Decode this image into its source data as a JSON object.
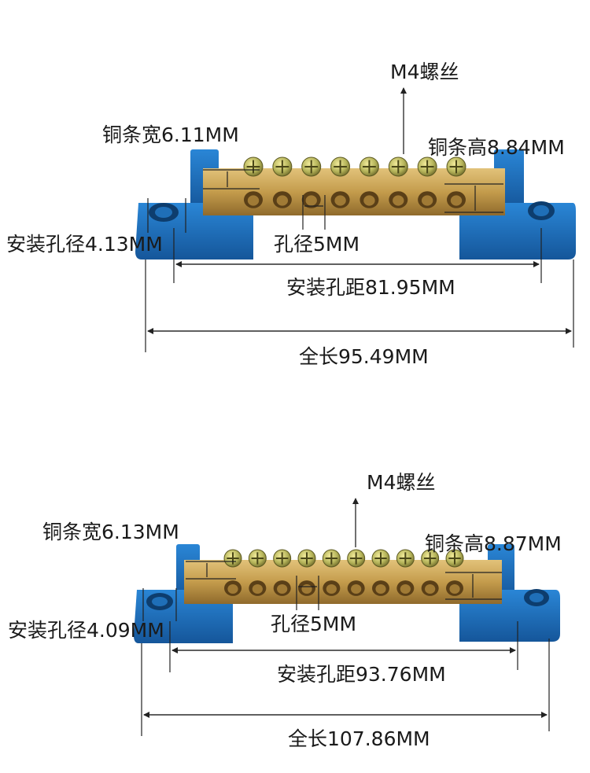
{
  "products": [
    {
      "screw_label": "M4螺丝",
      "bar_width_label": "铜条宽6.11MM",
      "bar_height_label": "铜条高8.84MM",
      "mount_hole_dia_label": "安装孔径4.13MM",
      "hole_dia_label": "孔径5MM",
      "mount_spacing_label": "安装孔距81.95MM",
      "total_length_label": "全长95.49MM",
      "terminal_count": 8,
      "colors": {
        "base": "#1f6fb8",
        "base_dark": "#134f87",
        "brass": "#c9a75a",
        "brass_dark": "#8a6a2a"
      }
    },
    {
      "screw_label": "M4螺丝",
      "bar_width_label": "铜条宽6.13MM",
      "bar_height_label": "铜条高8.87MM",
      "mount_hole_dia_label": "安装孔径4.09MM",
      "hole_dia_label": "孔径5MM",
      "mount_spacing_label": "安装孔距93.76MM",
      "total_length_label": "全长107.86MM",
      "terminal_count": 10,
      "colors": {
        "base": "#1f6fb8",
        "base_dark": "#134f87",
        "brass": "#c9a75a",
        "brass_dark": "#8a6a2a"
      }
    }
  ]
}
